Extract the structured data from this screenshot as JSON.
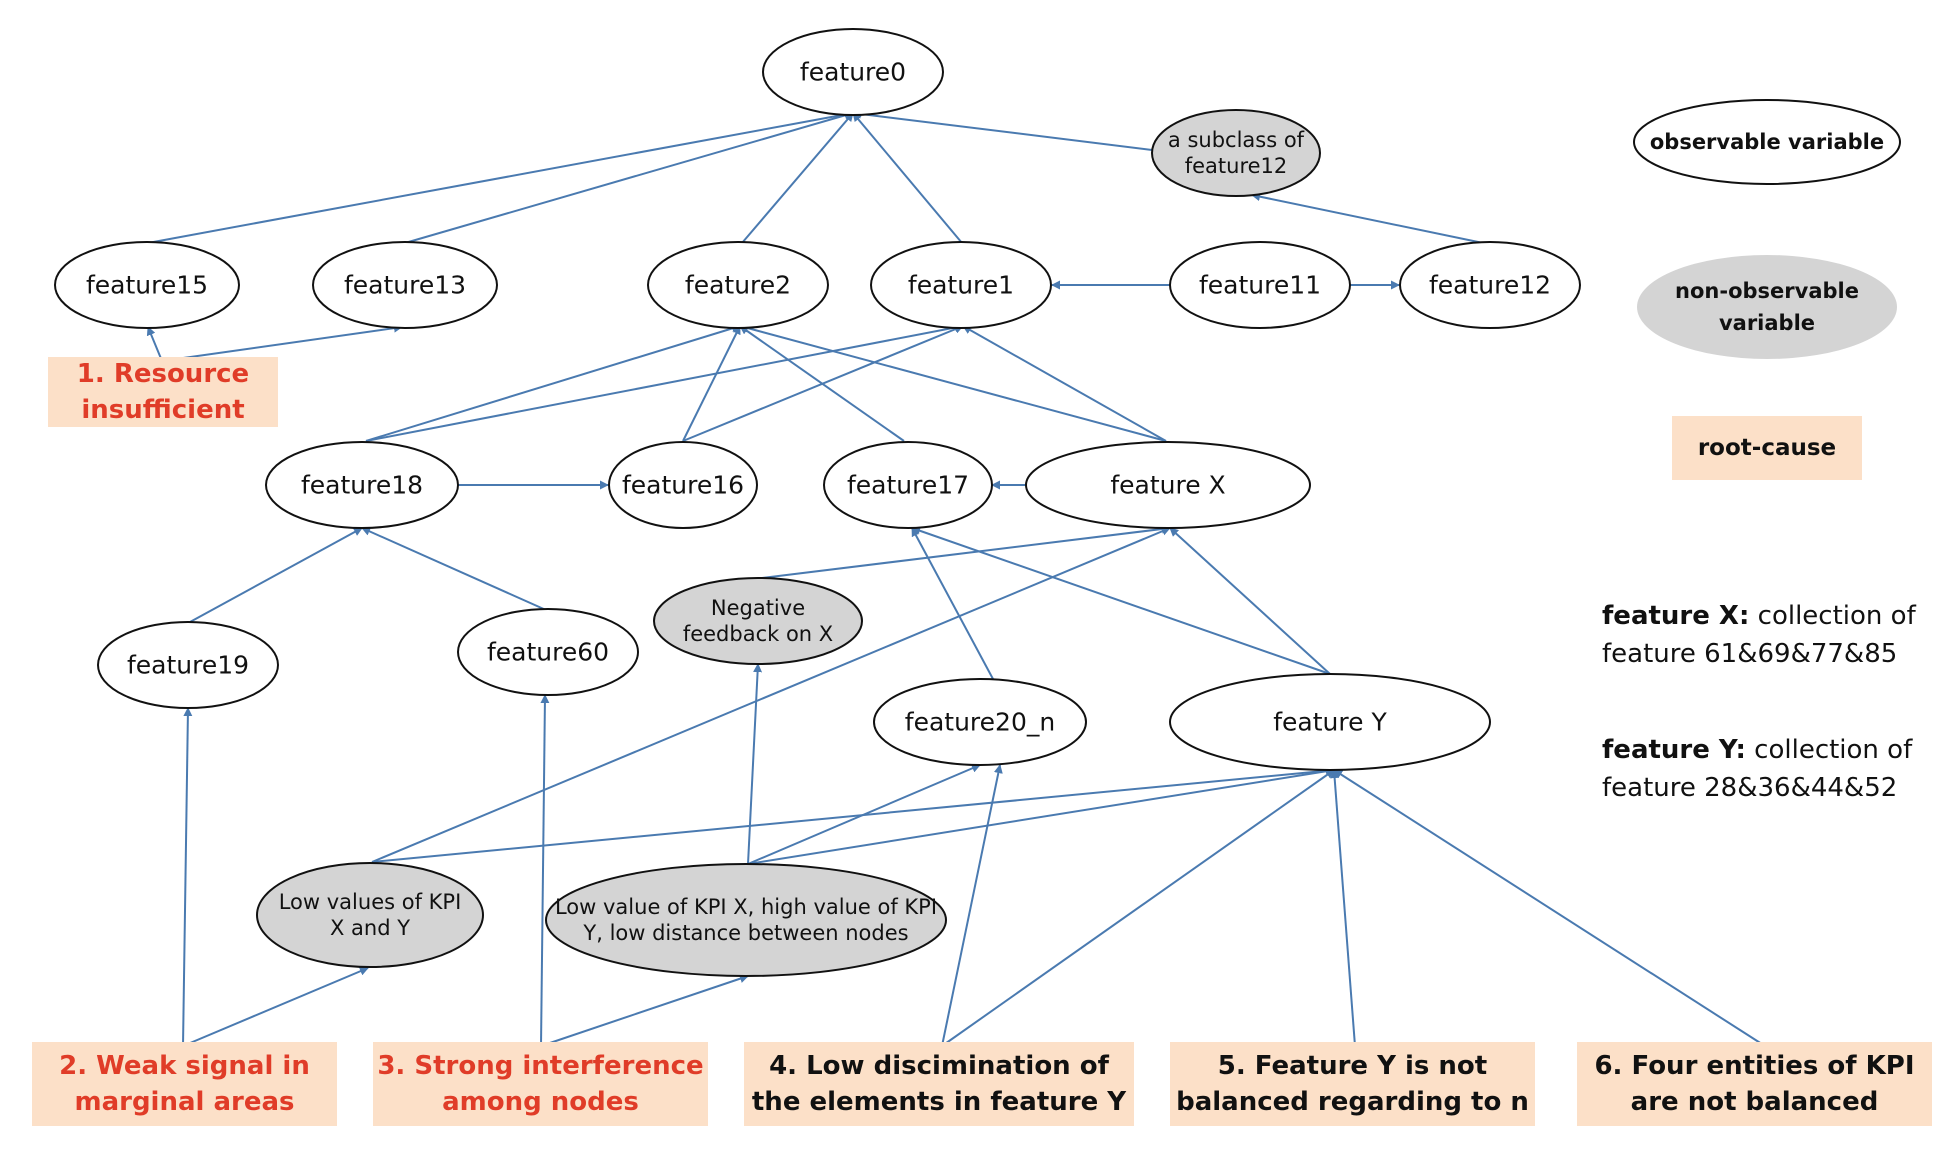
{
  "colors": {
    "edge": "#4a7ab0",
    "observable_fill": "#ffffff",
    "non_observable_fill": "#d4d4d4",
    "root_cause_fill": "#fce0c8",
    "root_cause_text_red": "#e03c28",
    "root_cause_text_black": "#111111"
  },
  "nodes": {
    "feature0": {
      "label": "feature0",
      "kind": "observable"
    },
    "subclass12": {
      "lines": [
        "a subclass of",
        "feature12"
      ],
      "kind": "non-observable"
    },
    "feature15": {
      "label": "feature15",
      "kind": "observable"
    },
    "feature13": {
      "label": "feature13",
      "kind": "observable"
    },
    "feature2": {
      "label": "feature2",
      "kind": "observable"
    },
    "feature1": {
      "label": "feature1",
      "kind": "observable"
    },
    "feature11": {
      "label": "feature11",
      "kind": "observable"
    },
    "feature12": {
      "label": "feature12",
      "kind": "observable"
    },
    "feature18": {
      "label": "feature18",
      "kind": "observable"
    },
    "feature16": {
      "label": "feature16",
      "kind": "observable"
    },
    "feature17": {
      "label": "feature17",
      "kind": "observable"
    },
    "featureX": {
      "label": "feature X",
      "kind": "observable"
    },
    "negfb": {
      "lines": [
        "Negative",
        "feedback on X"
      ],
      "kind": "non-observable"
    },
    "feature19": {
      "label": "feature19",
      "kind": "observable"
    },
    "feature60": {
      "label": "feature60",
      "kind": "observable"
    },
    "feature20n": {
      "label": "feature20_n",
      "kind": "observable"
    },
    "featureY": {
      "label": "feature Y",
      "kind": "observable"
    },
    "lowkpi": {
      "lines": [
        "Low values of KPI",
        "X and Y"
      ],
      "kind": "non-observable"
    },
    "lowvalx": {
      "lines": [
        "Low value of KPI X, high value of KPI",
        "Y, low distance between nodes"
      ],
      "kind": "non-observable"
    }
  },
  "root_causes": {
    "rc1": {
      "lines": [
        "1. Resource",
        "insufficient"
      ],
      "red": true
    },
    "rc2": {
      "lines": [
        "2. Weak signal in",
        "marginal areas"
      ],
      "red": true
    },
    "rc3": {
      "lines": [
        "3. Strong interference",
        "among nodes"
      ],
      "red": true
    },
    "rc4": {
      "lines": [
        "4. Low discimination of",
        "the elements in feature Y"
      ],
      "red": false
    },
    "rc5": {
      "lines": [
        "5. Feature Y is not",
        "balanced regarding to n"
      ],
      "red": false
    },
    "rc6": {
      "lines": [
        "6. Four entities of KPI",
        "are not balanced"
      ],
      "red": false
    }
  },
  "legend": {
    "observable": "observable variable",
    "non_observable": [
      "non-observable",
      "variable"
    ],
    "root_cause": "root-cause"
  },
  "notes": {
    "feature_x": {
      "term": "feature X:",
      "line1_rest": " collection of",
      "line2": "feature 61&69&77&85"
    },
    "feature_y": {
      "term": "feature Y:",
      "line1_rest": " collection of",
      "line2": "feature 28&36&44&52"
    }
  },
  "edges": [
    [
      "feature15",
      "feature0"
    ],
    [
      "feature13",
      "feature0"
    ],
    [
      "feature2",
      "feature0"
    ],
    [
      "feature1",
      "feature0"
    ],
    [
      "subclass12",
      "feature0"
    ],
    [
      "feature12",
      "subclass12"
    ],
    [
      "feature11",
      "feature1"
    ],
    [
      "feature11",
      "feature12"
    ],
    [
      "rc1",
      "feature15"
    ],
    [
      "rc1",
      "feature13"
    ],
    [
      "feature18",
      "feature2"
    ],
    [
      "feature18",
      "feature1"
    ],
    [
      "feature18",
      "feature16"
    ],
    [
      "feature16",
      "feature2"
    ],
    [
      "feature16",
      "feature1"
    ],
    [
      "feature17",
      "feature2"
    ],
    [
      "featureX",
      "feature2"
    ],
    [
      "featureX",
      "feature1"
    ],
    [
      "featureX",
      "feature17"
    ],
    [
      "feature19",
      "feature18"
    ],
    [
      "feature60",
      "feature18"
    ],
    [
      "negfb",
      "featureX"
    ],
    [
      "feature20n",
      "feature17"
    ],
    [
      "featureY",
      "feature17"
    ],
    [
      "featureY",
      "featureX"
    ],
    [
      "lowkpi",
      "featureX"
    ],
    [
      "lowkpi",
      "featureY"
    ],
    [
      "lowvalx",
      "negfb"
    ],
    [
      "lowvalx",
      "feature20n"
    ],
    [
      "lowvalx",
      "featureY"
    ],
    [
      "rc2",
      "feature19"
    ],
    [
      "rc2",
      "lowkpi"
    ],
    [
      "rc3",
      "feature60"
    ],
    [
      "rc3",
      "lowvalx"
    ],
    [
      "rc4",
      "feature20n"
    ],
    [
      "rc4",
      "featureY"
    ],
    [
      "rc5",
      "featureY"
    ],
    [
      "rc6",
      "featureY"
    ]
  ]
}
